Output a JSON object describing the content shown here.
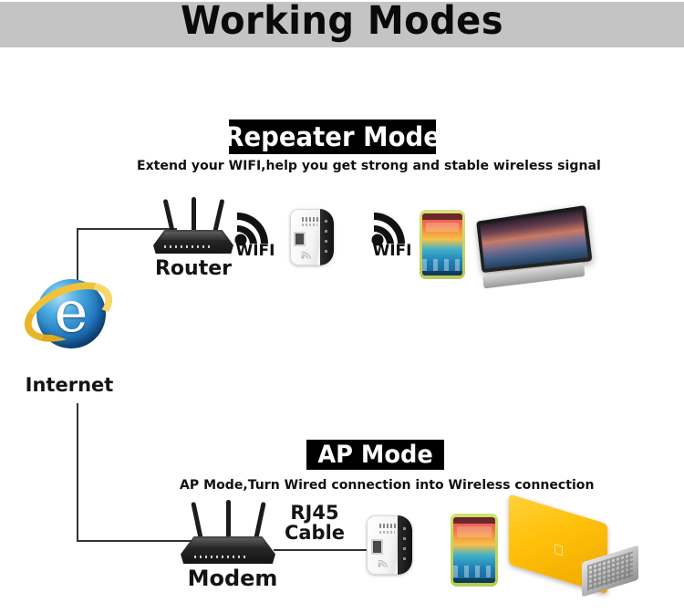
{
  "header": {
    "title": "Working Modes",
    "band_color": "#c4c4c4"
  },
  "internet": {
    "label": "Internet",
    "icon": "internet-explorer-logo"
  },
  "sections": [
    {
      "id": "repeater",
      "banner": "Repeater Mode",
      "subtitle": "Extend your WIFI,help you get strong and stable wireless signal",
      "devices": [
        {
          "name": "router",
          "label": "Router"
        },
        {
          "name": "wifi-signal-1",
          "label": "WIFI"
        },
        {
          "name": "wifi-repeater",
          "label": ""
        },
        {
          "name": "wifi-signal-2",
          "label": "WIFI"
        },
        {
          "name": "smartphone",
          "label": ""
        },
        {
          "name": "silver-laptop",
          "label": ""
        }
      ]
    },
    {
      "id": "ap",
      "banner": "AP Mode",
      "subtitle": "AP Mode,Turn Wired connection into Wireless connection",
      "devices": [
        {
          "name": "modem",
          "label": "Modem"
        },
        {
          "name": "rj45-cable",
          "label": "RJ45\nCable",
          "label_line1": "RJ45",
          "label_line2": "Cable"
        },
        {
          "name": "wifi-repeater",
          "label": ""
        },
        {
          "name": "smartphone",
          "label": ""
        },
        {
          "name": "yellow-macbook",
          "label": ""
        }
      ]
    }
  ],
  "labels": {
    "router": "Router",
    "wifi_1": "WIFI",
    "wifi_2": "WIFI",
    "modem": "Modem",
    "rj45_line1": "RJ45",
    "rj45_line2": "Cable"
  },
  "colors": {
    "background": "#ffffff",
    "banner_bg": "#000000",
    "banner_text": "#ffffff",
    "title_text": "#0a0a0a",
    "line": "#333333",
    "macbook": "#ffc10a"
  }
}
